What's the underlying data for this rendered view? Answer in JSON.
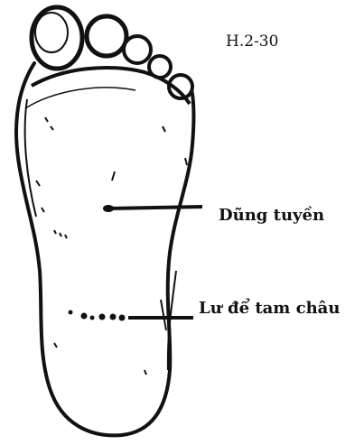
{
  "figure": {
    "number": "H.2-30"
  },
  "labels": {
    "dung_tuyen": "Dũng tuyền",
    "lu_de_tam_chau": "Lư để tam châu"
  }
}
